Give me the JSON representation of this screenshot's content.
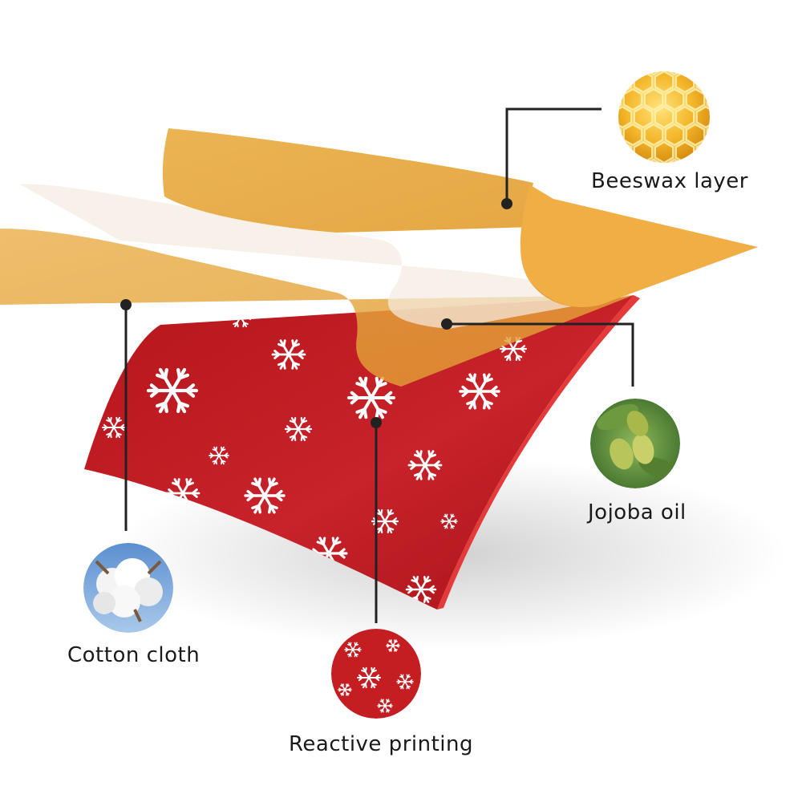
{
  "layers": [
    {
      "id": "beeswax",
      "label": "Beeswax layer"
    },
    {
      "id": "jojoba",
      "label": "Jojoba oil"
    },
    {
      "id": "cotton",
      "label": "Cotton cloth"
    },
    {
      "id": "printing",
      "label": "Reactive printing"
    }
  ],
  "colors": {
    "wax": "#e7a43a",
    "fabric": "#c41e22",
    "line": "#222222"
  }
}
